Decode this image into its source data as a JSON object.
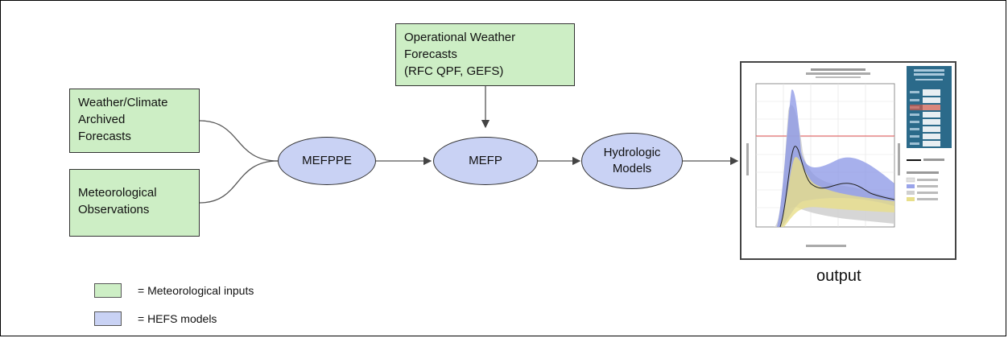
{
  "nodes": {
    "operational_forecasts": "Operational Weather\nForecasts\n(RFC QPF, GEFS)",
    "archived_forecasts": "Weather/Climate\nArchived\nForecasts",
    "observations": "Meteorological\nObservations",
    "mefppe": "MEFPPE",
    "mefp": "MEFP",
    "hydrologic_models": "Hydrologic\nModels"
  },
  "output": {
    "label": "output"
  },
  "legend": {
    "inputs_label": "= Meteorological inputs",
    "models_label": "= HEFS models"
  },
  "colors": {
    "input_fill": "#cdeec5",
    "model_fill": "#c9d2f4",
    "stroke": "#333333"
  }
}
